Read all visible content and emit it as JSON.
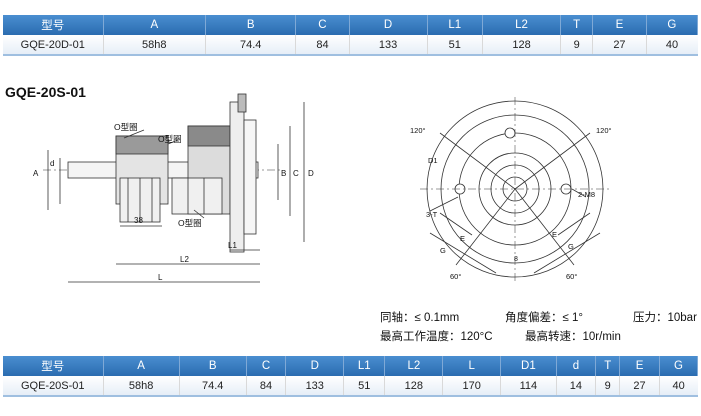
{
  "table1": {
    "headers": [
      "型号",
      "A",
      "B",
      "C",
      "D",
      "L1",
      "L2",
      "T",
      "E",
      "G"
    ],
    "values": [
      "GQE-20D-01",
      "58h8",
      "74.4",
      "84",
      "133",
      "51",
      "128",
      "9",
      "27",
      "40"
    ]
  },
  "model_title": "GQE-20S-01",
  "side_view": {
    "o_ring_1": "O型圈",
    "o_ring_2": "O型圈",
    "o_ring_3": "O型圈",
    "dim_38": "38",
    "label_A": "A",
    "label_d": "d",
    "label_B": "B",
    "label_C": "C",
    "label_D": "D",
    "label_L1": "L1",
    "label_L2": "L2",
    "label_L": "L"
  },
  "front_view": {
    "angle_tl": "120°",
    "angle_tr": "120°",
    "angle_bl": "60°",
    "angle_br": "60°",
    "label_D1": "D1",
    "label_3T": "3-T",
    "label_2M8": "2-M8",
    "label_E1": "E",
    "label_E2": "E",
    "label_G1": "G",
    "label_G2": "G",
    "label_8": "8"
  },
  "specs": {
    "coaxial": "同轴：≤ 0.1mm",
    "angle_dev": "角度偏差：≤ 1°",
    "pressure": "压力：10bar",
    "max_temp": "最高工作温度：120°C",
    "max_speed": "最高转速：10r/min"
  },
  "table2": {
    "headers": [
      "型号",
      "A",
      "B",
      "C",
      "D",
      "L1",
      "L2",
      "L",
      "D1",
      "d",
      "T",
      "E",
      "G"
    ],
    "values": [
      "GQE-20S-01",
      "58h8",
      "74.4",
      "84",
      "133",
      "51",
      "128",
      "170",
      "114",
      "14",
      "9",
      "27",
      "40"
    ]
  }
}
